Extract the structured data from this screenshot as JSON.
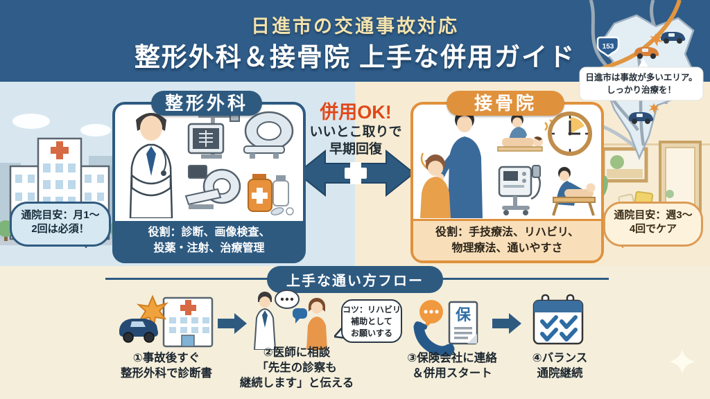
{
  "header": {
    "subtitle": "日進市の交通事故対応",
    "title": "整形外科＆接骨院 上手な併用ガイド"
  },
  "map": {
    "route_number": "153",
    "callout_line1": "日進市は事故が多いエリア。",
    "callout_line2": "しっかり治療を！"
  },
  "orthopedics": {
    "badge": "整形外科",
    "role_line1": "役割：診断、画像検査、",
    "role_line2": "投薬・注射、治療管理",
    "visit_line1": "通院目安：月1〜",
    "visit_line2": "2回は必須！"
  },
  "osteopathy": {
    "badge": "接骨院",
    "role_line1": "役割：手技療法、リハビリ、",
    "role_line2": "物理療法、通いやすさ",
    "visit_line1": "通院目安：週3〜",
    "visit_line2": "4回でケア"
  },
  "combo": {
    "headline": "併用OK!",
    "benefit_line1": "いいとこ取りで",
    "benefit_line2": "早期回復"
  },
  "flow": {
    "title": "上手な通い方フロー",
    "step1_line1": "①事故後すぐ",
    "step1_line2": "整形外科で診断書",
    "step2_line1": "②医師に相談",
    "step2_line2": "「先生の診察も",
    "step2_line3": "継続します」と伝える",
    "step3_line1": "③保険会社に連絡",
    "step3_line2": "＆併用スタート",
    "step4_line1": "④バランス",
    "step4_line2": "通院継続",
    "tip_line1": "コツ：リハビリ",
    "tip_line2": "補助として",
    "tip_line3": "お願いする",
    "insurance_char": "保"
  },
  "colors": {
    "header_blue": "#2f5c88",
    "deep_blue": "#2e5a80",
    "accent_orange": "#e0913c",
    "alert_red": "#e0481a",
    "left_bg": "#d8e7ef",
    "right_bg": "#f7ecd3",
    "flow_bg": "#f4eedb"
  }
}
